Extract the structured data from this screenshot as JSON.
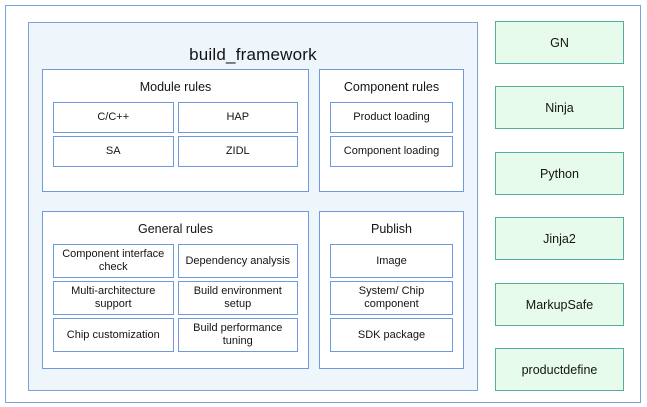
{
  "diagram": {
    "framework": {
      "title": "build_framework",
      "groups": [
        {
          "id": "module",
          "title": "Module rules",
          "items": [
            "C/C++",
            "HAP",
            "SA",
            "ZIDL"
          ]
        },
        {
          "id": "component",
          "title": "Component rules",
          "items": [
            "Product loading",
            "Component loading"
          ]
        },
        {
          "id": "general",
          "title": "General rules",
          "items": [
            "Component interface check",
            "Dependency analysis",
            "Multi-architecture support",
            "Build environment setup",
            "Chip customization",
            "Build performance tuning"
          ]
        },
        {
          "id": "publish",
          "title": "Publish",
          "items": [
            "Image",
            "System/ Chip component",
            "SDK package"
          ]
        }
      ]
    },
    "tools": [
      "GN",
      "Ninja",
      "Python",
      "Jinja2",
      "MarkupSafe",
      "productdefine"
    ],
    "colors": {
      "frame_border": "#7ba2e0",
      "panel_fill": "#eef6fc",
      "card_border": "#6f9ade",
      "card_fill": "#ffffff",
      "tool_fill": "#e7fbec",
      "tool_border": "#56ad9c",
      "text": "#141414"
    }
  }
}
